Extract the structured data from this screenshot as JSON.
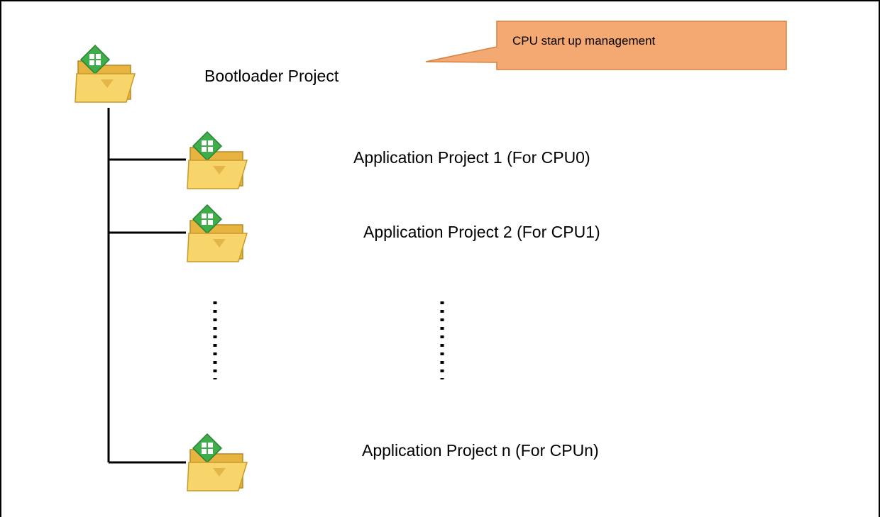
{
  "callout": {
    "text": "CPU start up management"
  },
  "root": {
    "label": "Bootloader Project",
    "icon": "project-folder-icon"
  },
  "children": [
    {
      "label": "Application Project 1 (For CPU0)",
      "icon": "project-folder-icon"
    },
    {
      "label": "Application Project 2 (For CPU1)",
      "icon": "project-folder-icon"
    },
    {
      "label": "Application Project n (For CPUn)",
      "icon": "project-folder-icon"
    }
  ],
  "colors": {
    "callout_fill": "#F4A872",
    "callout_border": "#D4823F",
    "folder_yellow": "#F8D56B",
    "folder_green": "#3FAE4A"
  }
}
